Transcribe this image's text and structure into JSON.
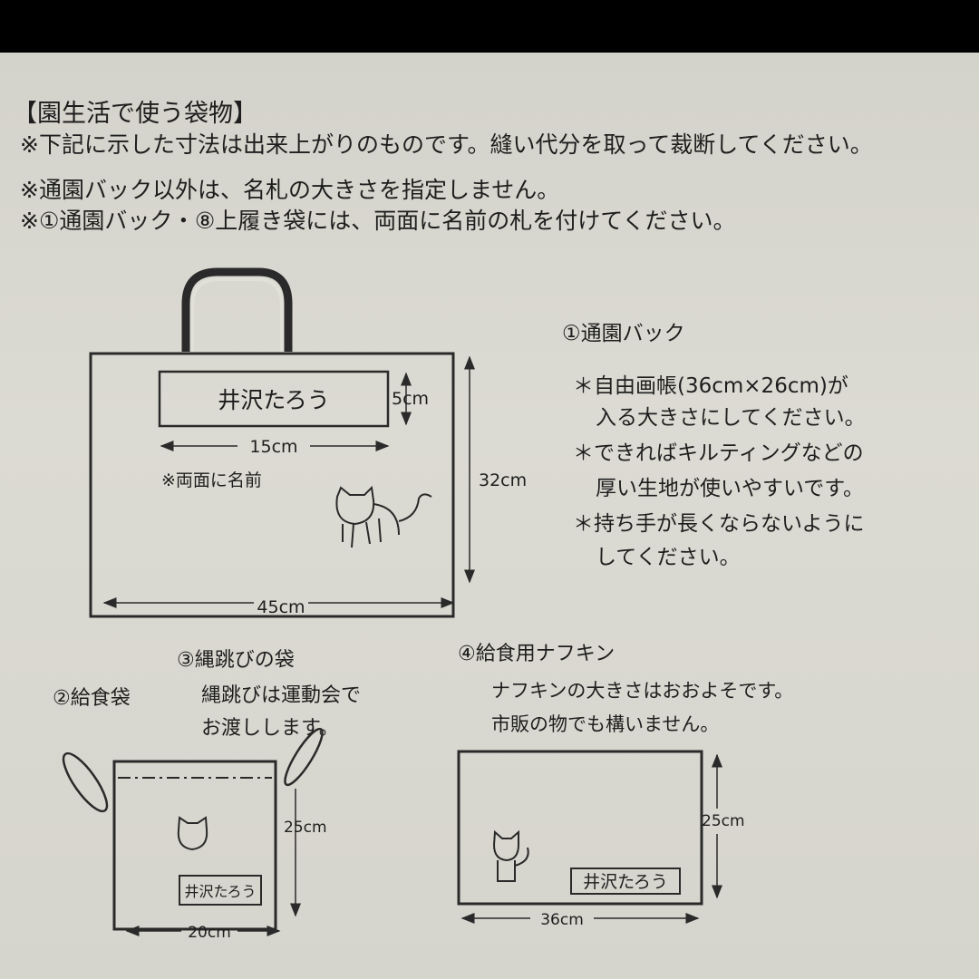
{
  "header": {
    "title": "【園生活で使う袋物】",
    "notes": [
      "※下記に示した寸法は出来上がりのものです。縫い代分を取って裁断してください。",
      "※通園バック以外は、名札の大きさを指定しません。",
      "※①通園バック・⑧上履き袋には、両面に名前の札を付けてください。"
    ]
  },
  "bag1": {
    "heading": "①通園バック",
    "name_tag": "井沢たろう",
    "tag_height": "5cm",
    "tag_width": "15cm",
    "note": "※両面に名前",
    "height": "32cm",
    "width": "45cm",
    "instructions": [
      "＊自由画帳(36cm×26cm)が",
      "入る大きさにしてください。",
      "＊できればキルティングなどの",
      "厚い生地が使いやすいです。",
      "＊持ち手が長くならないように",
      "してください。"
    ]
  },
  "bag2": {
    "heading": "②給食袋",
    "name_tag": "井沢たろう",
    "height": "25cm",
    "width": "20cm"
  },
  "bag3": {
    "heading": "③縄跳びの袋",
    "lines": [
      "縄跳びは運動会で",
      "お渡しします。"
    ]
  },
  "napkin": {
    "heading": "④給食用ナフキン",
    "lines": [
      "ナフキンの大きさはおおよそです。",
      "市販の物でも構いません。"
    ],
    "name_tag": "井沢たろう",
    "height": "25cm",
    "width": "36cm"
  }
}
